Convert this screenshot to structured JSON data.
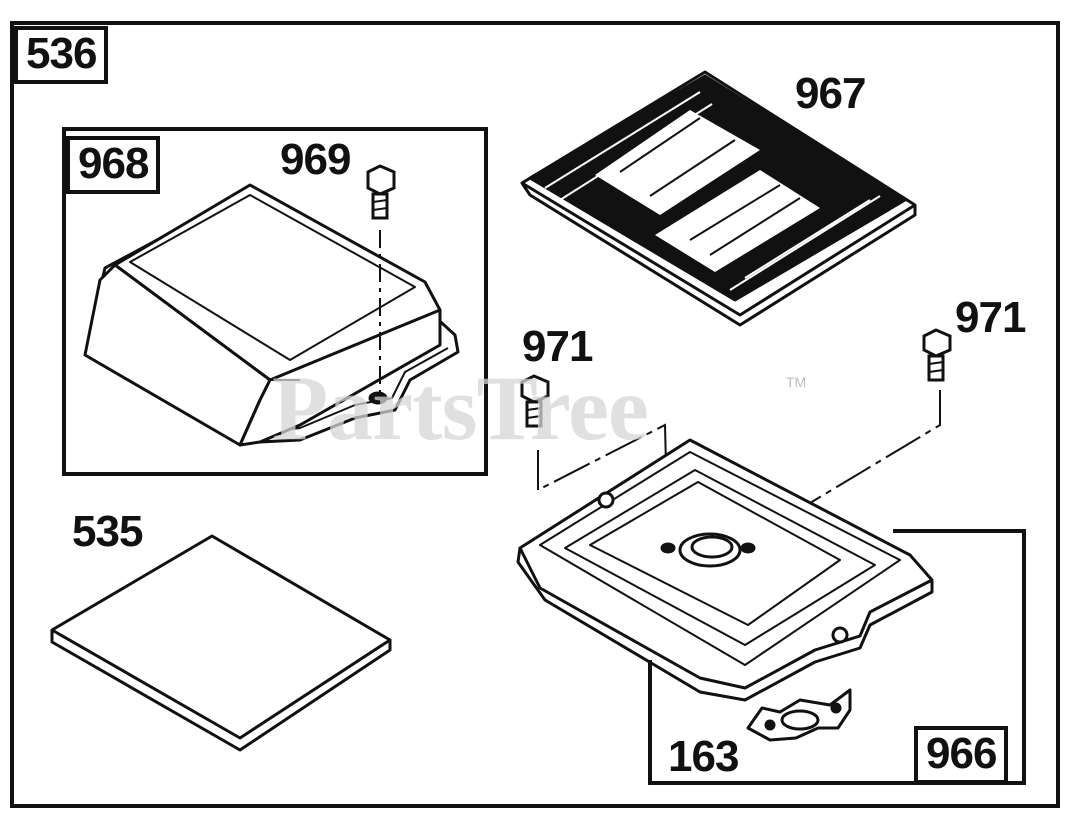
{
  "diagram": {
    "assembly_label": "536",
    "parts": {
      "air_cleaner_cover_assembly": "968",
      "cover_screw": "969",
      "filter_element": "967",
      "screw_left": "971",
      "screw_right": "971",
      "pre_cleaner": "535",
      "gasket": "163",
      "base_assembly": "966"
    },
    "watermark": {
      "text": "PartsTree",
      "trademark": "TM"
    },
    "colors": {
      "ink": "#111111",
      "watermark": "#d6d6d6",
      "paper": "#ffffff"
    }
  }
}
